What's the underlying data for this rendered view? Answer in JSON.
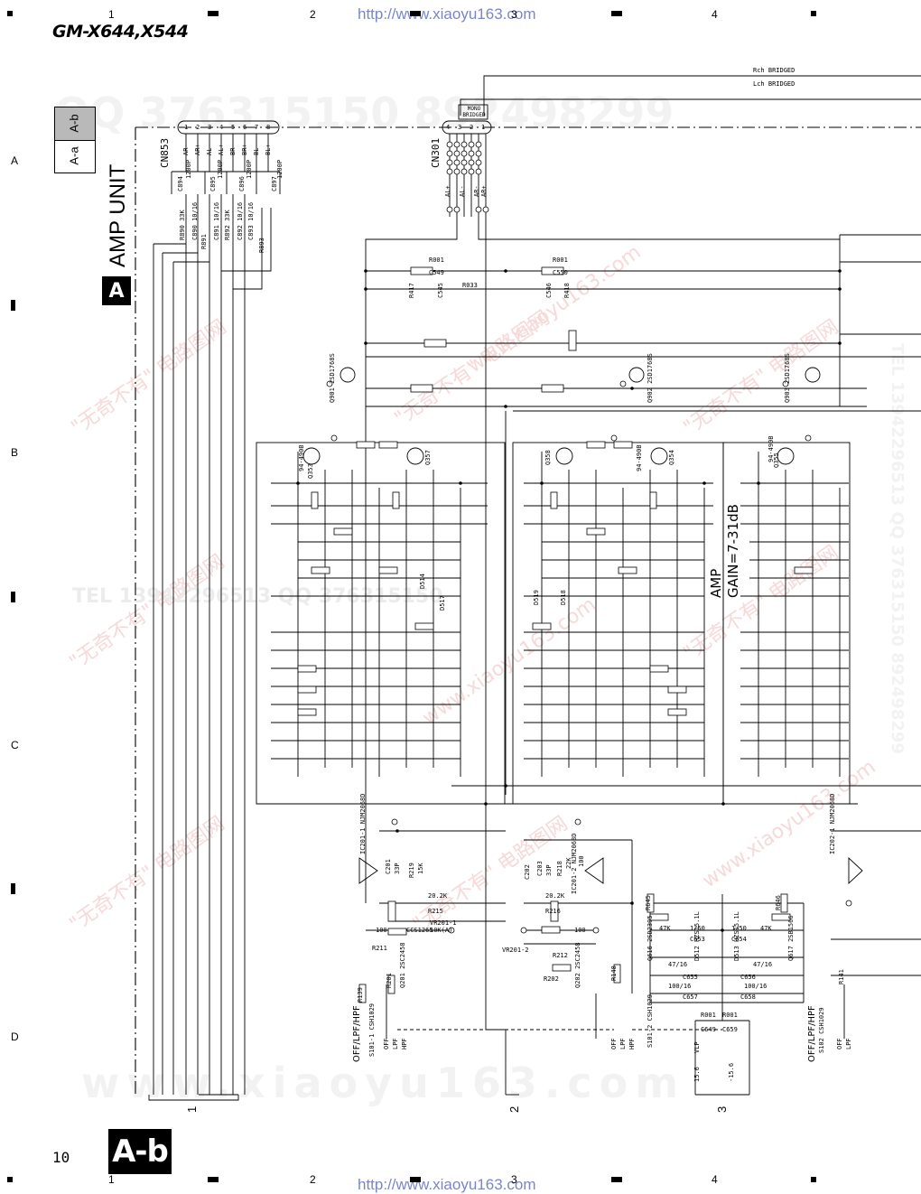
{
  "header": {
    "model": "GM-X644,X544",
    "url_top": "http://www.xiaoyu163.com",
    "url_bottom": "http://www.xiaoyu163.com",
    "grid_cols": [
      "1",
      "2",
      "3",
      "4"
    ],
    "grid_rows": [
      "A",
      "B",
      "C",
      "D"
    ]
  },
  "side_tab": {
    "top": "A-b",
    "bottom": "A-a"
  },
  "unit": {
    "badge": "A",
    "title": "AMP UNIT"
  },
  "connectors": {
    "cn853": "CN853",
    "cn853_pins": [
      "1",
      "2",
      "3",
      "4",
      "5",
      "6",
      "7",
      "8"
    ],
    "cn853_signals": [
      "AR-",
      "AR+",
      "AL-",
      "AL+",
      "BR-",
      "BR+",
      "BL-",
      "BL+"
    ],
    "cn301": "CN301",
    "cn301_pins": [
      "4",
      "3",
      "2",
      "1"
    ],
    "cn301_signals": [
      "AL+",
      "AL-",
      "AR-",
      "AR+"
    ],
    "mono_bridged": "MONO BRIDGED",
    "rch_bridged": "Rch BRIDGED",
    "lch_bridged": "Lch BRIDGED"
  },
  "cn853_parts": {
    "caps": [
      "C894",
      "C895",
      "C896",
      "C897"
    ],
    "cap_vals": [
      "1200P",
      "1200P",
      "1200P",
      "1200P"
    ],
    "res": [
      "R890 33K",
      "R891",
      "R892 33K",
      "R893"
    ],
    "caps2": [
      "C890 10/16",
      "C891 10/16",
      "C892 10/16",
      "C893 10/16"
    ]
  },
  "amp": {
    "label": "AMP",
    "gain": "GAIN=7-31dB"
  },
  "components": {
    "top_res": [
      "R001",
      "R001",
      "R417",
      "R418",
      "R033",
      "C549",
      "C550",
      "C545",
      "C546"
    ],
    "transistors": [
      "Q901 2SD1768S",
      "Q902 2SD1768S",
      "Q903 2SD1768S",
      "Q353",
      "Q357",
      "Q358",
      "Q354",
      "Q355"
    ],
    "fet": [
      "94-490B",
      "94-490B",
      "94-490B"
    ],
    "ics": [
      "IC201-1 NJM2068D",
      "IC201-2 NJM2068D",
      "IC202-1 NJM2068D"
    ],
    "pots": [
      "VR201-1 10K(A)",
      "VR201-2"
    ],
    "ic_parts": [
      "C201",
      "R219",
      "R215",
      "R211",
      "R212",
      "C203",
      "R218",
      "R216",
      "C202"
    ],
    "ic_vals": [
      "33P",
      "15K",
      "20.2K",
      "100",
      "100",
      "33P",
      "22K",
      "20.2K",
      "100"
    ],
    "misc": [
      "CCS1265",
      "Q201 2SC2458",
      "Q202 2SC2458",
      "R201",
      "R202",
      "R148",
      "R139",
      "R141"
    ],
    "diodes": [
      "D512 HZS15.1L",
      "D513 HZS15.1L",
      "D514",
      "D518",
      "D517",
      "D519"
    ],
    "bias": [
      "Q616 2SD2395",
      "Q617 2SB1566",
      "R645",
      "R646",
      "C653",
      "C654",
      "C655",
      "C656",
      "C657",
      "C658"
    ],
    "bias_vals": [
      "47K",
      "47K",
      "1/50",
      "1/50",
      "47/16",
      "47/16",
      "100/16",
      "100/16"
    ],
    "vlp": "VLP",
    "rails": [
      "15.6",
      "-15.6"
    ],
    "caps_bottom": [
      "C649",
      "C659",
      "R001",
      "R001"
    ]
  },
  "switches": {
    "s101_1": "S101-1 CSH1029",
    "s101_2": "S101-2 CSH1029",
    "s102": "S102 CSH1029",
    "filter_left": "OFF/LPF/HPF",
    "filter_right": "OFF/LPF/HPF",
    "positions": [
      "OFF",
      "LPF",
      "HPF"
    ]
  },
  "brackets": [
    "1",
    "2",
    "3"
  ],
  "footer": {
    "page": "10",
    "badge": "A-b"
  },
  "watermarks": {
    "qq": "QQ 376315150   892498299",
    "www": "www.xiaoyu163.com",
    "red": "\"无奇不有\" 电路图网",
    "red_url": "www.xiaoyu163.com",
    "tel_side": "TEL 13942296513  QQ 376315150  892498299",
    "tel_mid": "TEL 13942296513  QQ 376315150"
  }
}
